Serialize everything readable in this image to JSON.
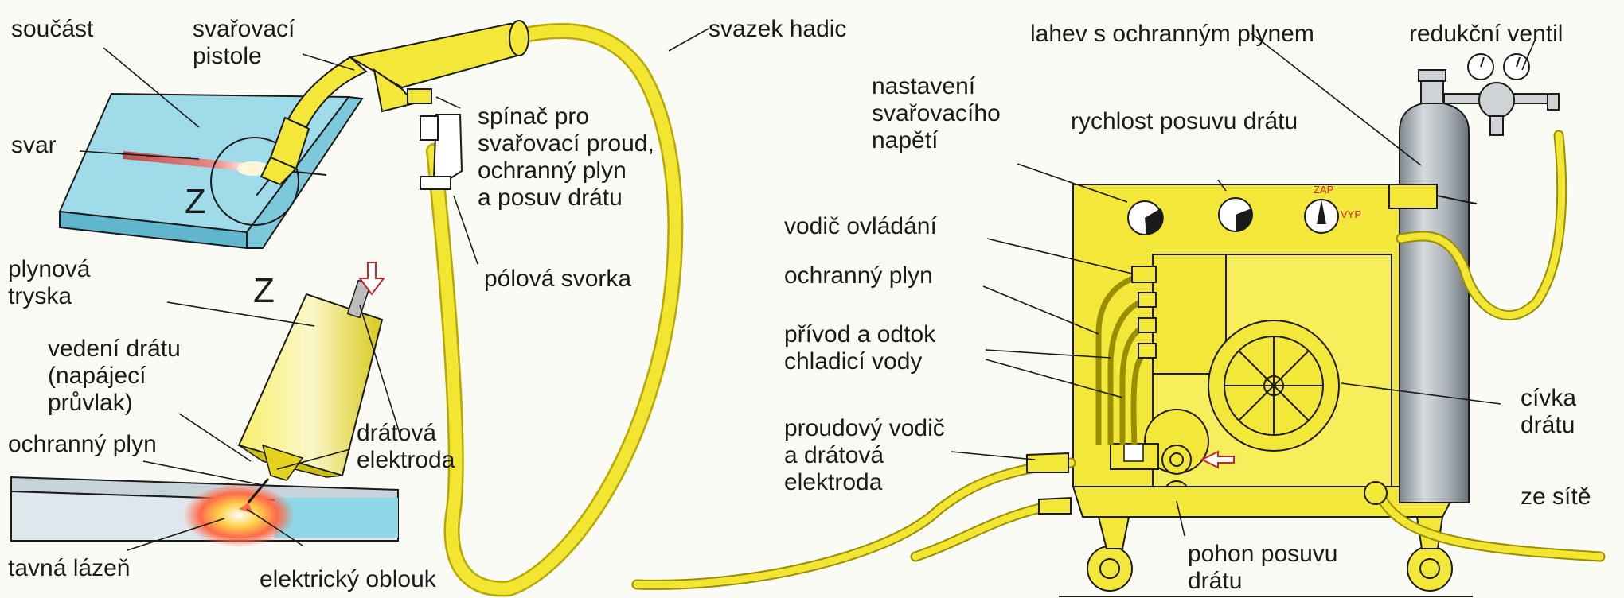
{
  "labels": {
    "soucast": "součást",
    "svar": "svar",
    "pistole_1": "svařovací",
    "pistole_2": "pistole",
    "svazek": "svazek hadic",
    "lahev": "lahev s ochranným plynem",
    "ventil": "redukční ventil",
    "napeti_1": "nastavení",
    "napeti_2": "svařovacího",
    "napeti_3": "napětí",
    "rychlost": "rychlost posuvu drátu",
    "spinac_1": "spínač pro",
    "spinac_2": "svařovací proud,",
    "spinac_3": "ochranný plyn",
    "spinac_4": "a posuv drátu",
    "svorka": "pólová svorka",
    "zoom_1": "Z",
    "zoom_2": "Z",
    "tryska_1": "plynová",
    "tryska_2": "tryska",
    "vedeni_1": "vedení drátu",
    "vedeni_2": "(napájecí",
    "vedeni_3": "průvlak)",
    "plyn_left": "ochranný plyn",
    "elektroda_1": "drátová",
    "elektroda_2": "elektroda",
    "lazen": "tavná lázeň",
    "oblouk": "elektrický oblouk",
    "vodic": "vodič ovládání",
    "plyn_right": "ochranný plyn",
    "voda_1": "přívod a odtok",
    "voda_2": "chladicí vody",
    "proud_1": "proudový vodič",
    "proud_2": "a drátová",
    "proud_3": "elektroda",
    "pohon_1": "pohon posuvu",
    "pohon_2": "drátu",
    "civka_1": "cívka",
    "civka_2": "drátu",
    "sit": "ze sítě",
    "zap": "ZAP",
    "vyp": "VYP"
  }
}
